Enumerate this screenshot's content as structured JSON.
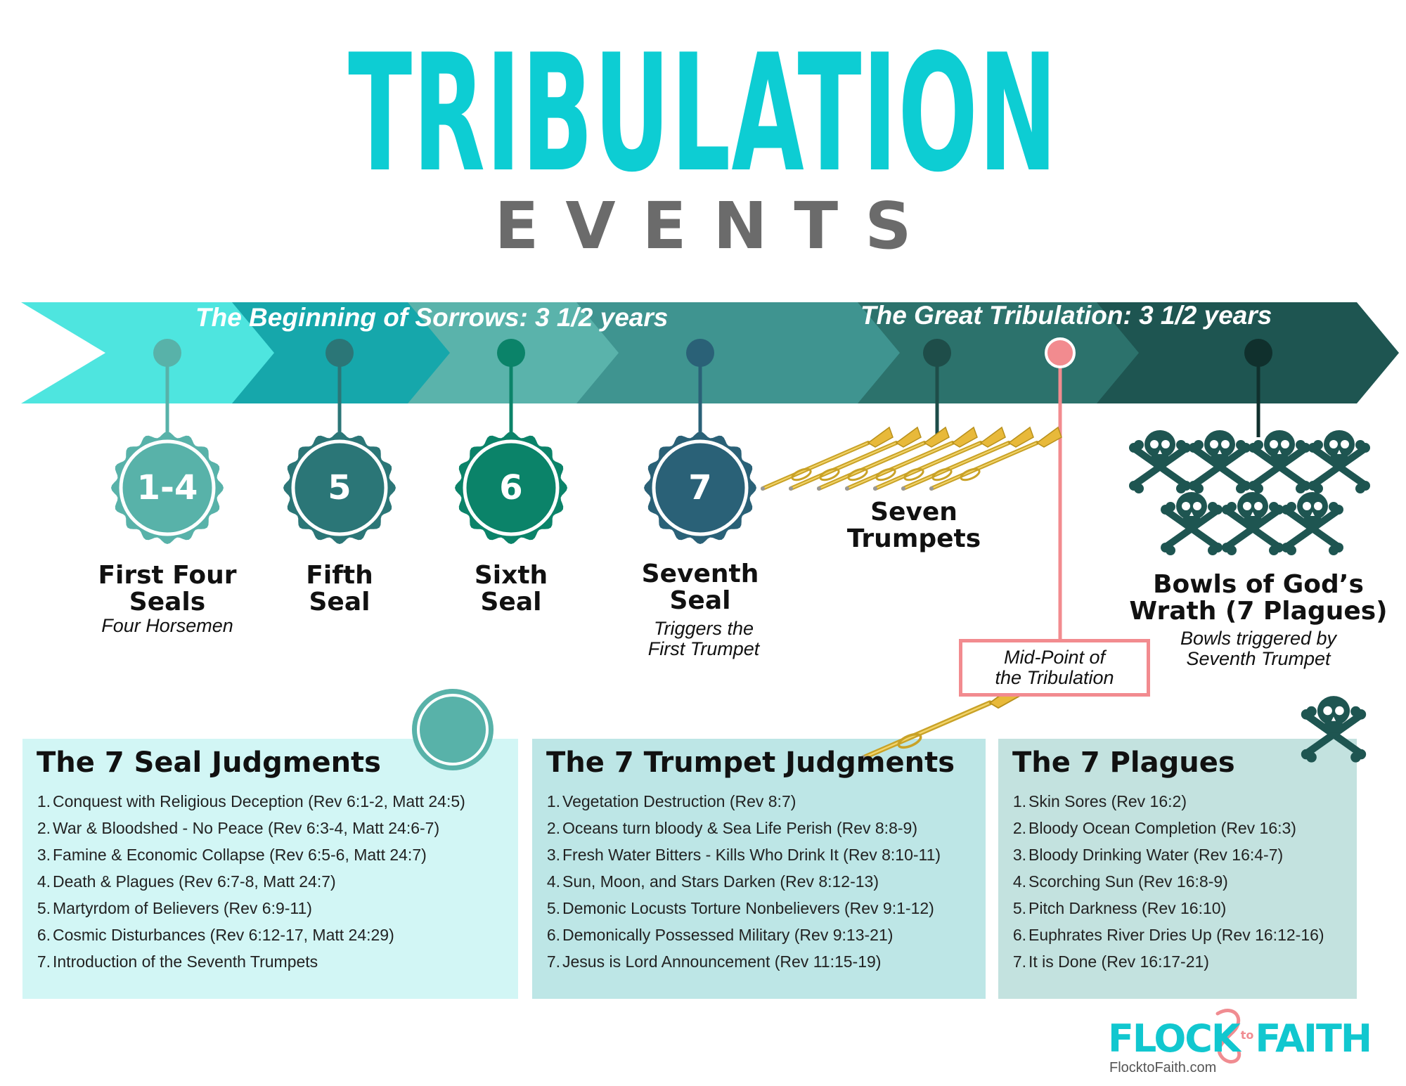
{
  "title": {
    "main": "TRIBULATION",
    "sub": "EVENTS"
  },
  "timeline": {
    "phase1": "The Beginning of Sorrows: 3 1/2 years",
    "phase2": "The Great Tribulation: 3 1/2 years",
    "nodes": [
      {
        "badge": "1-4",
        "title_line1": "First Four",
        "title_line2": "Seals",
        "subtitle": "Four Horsemen",
        "color": "#58b2a9"
      },
      {
        "badge": "5",
        "title_line1": "Fifth",
        "title_line2": "Seal",
        "color": "#2b7677"
      },
      {
        "badge": "6",
        "title_line1": "Sixth",
        "title_line2": "Seal",
        "color": "#0b8369"
      },
      {
        "badge": "7",
        "title_line1": "Seventh",
        "title_line2": "Seal",
        "subtitle_line1": "Triggers the",
        "subtitle_line2": "First Trumpet",
        "color": "#2a6177"
      }
    ],
    "trumpets": {
      "title_line1": "Seven",
      "title_line2": "Trumpets",
      "icon": "trumpet-icon"
    },
    "bowls": {
      "title_line1": "Bowls of God’s",
      "title_line2": "Wrath (7 Plagues)",
      "subtitle_line1": "Bowls triggered by",
      "subtitle_line2": "Seventh Trumpet",
      "icon": "skull-crossbones-icon"
    },
    "midpoint": {
      "line1": "Mid-Point of",
      "line2": "the Tribulation",
      "color": "#f28b8f"
    }
  },
  "seal_judgments": {
    "heading": "The 7 Seal Judgments",
    "items": [
      "Conquest with Religious Deception (Rev 6:1-2, Matt 24:5)",
      "War & Bloodshed - No Peace (Rev 6:3-4, Matt 24:6-7)",
      "Famine & Economic Collapse (Rev 6:5-6, Matt 24:7)",
      "Death & Plagues (Rev 6:7-8, Matt 24:7)",
      "Martyrdom of Believers (Rev 6:9-11)",
      "Cosmic Disturbances (Rev 6:12-17, Matt 24:29)",
      "Introduction of the Seventh Trumpets"
    ]
  },
  "trumpet_judgments": {
    "heading": "The 7 Trumpet Judgments",
    "items": [
      "Vegetation Destruction (Rev 8:7)",
      "Oceans turn bloody & Sea Life Perish (Rev 8:8-9)",
      "Fresh Water Bitters - Kills Who Drink It (Rev 8:10-11)",
      "Sun, Moon, and Stars Darken (Rev 8:12-13)",
      "Demonic Locusts Torture Nonbelievers (Rev 9:1-12)",
      "Demonically Possessed Military (Rev 9:13-21)",
      "Jesus is Lord Announcement (Rev 11:15-19)"
    ]
  },
  "plagues": {
    "heading": "The 7 Plagues",
    "items": [
      "Skin Sores (Rev 16:2)",
      "Bloody Ocean Completion (Rev 16:3)",
      "Bloody Drinking Water (Rev 16:4-7)",
      "Scorching Sun (Rev 16:8-9)",
      "Pitch Darkness (Rev 16:10)",
      "Euphrates River Dries Up (Rev 16:12-16)",
      "It is Done (Rev 16:17-21)"
    ]
  },
  "logo": {
    "part1": "FLOCK",
    "part2": "to",
    "part3": "FAITH",
    "url": "FlocktoFaith.com"
  },
  "colors": {
    "title": "#0dcdd3",
    "subtitle": "#6b6b6b",
    "seal_box": "#d2f6f5",
    "trumpet_box": "#bde6e6",
    "plague_box": "#c3e2df",
    "dark_teal": "#1e5551"
  }
}
